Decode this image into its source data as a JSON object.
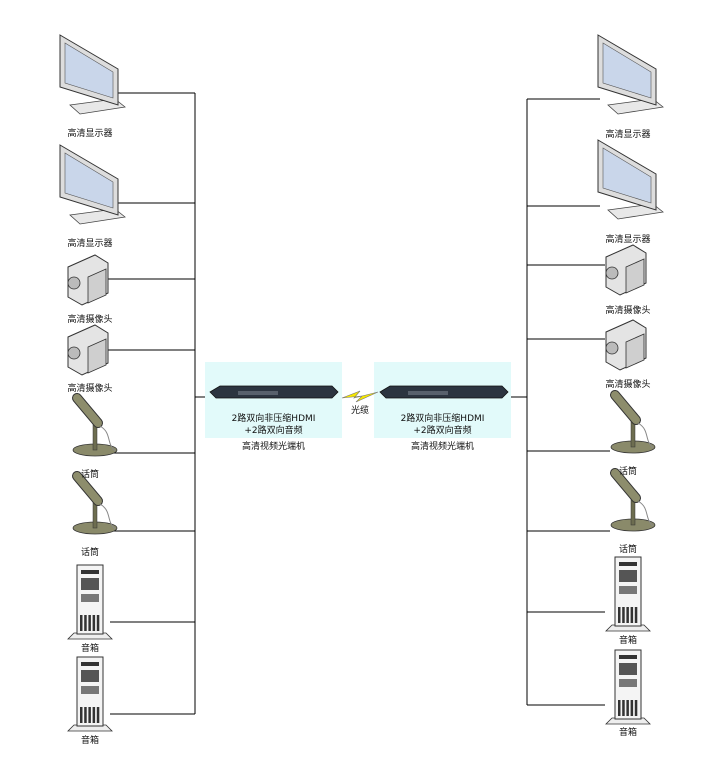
{
  "left_devices": [
    {
      "type": "monitor",
      "label": "高清显示器"
    },
    {
      "type": "monitor",
      "label": "高清显示器"
    },
    {
      "type": "camera",
      "label": "高清摄像头"
    },
    {
      "type": "camera",
      "label": "高清摄像头"
    },
    {
      "type": "microphone",
      "label": "话筒"
    },
    {
      "type": "microphone",
      "label": "话筒"
    },
    {
      "type": "speaker",
      "label": "音箱"
    },
    {
      "type": "speaker",
      "label": "音箱"
    }
  ],
  "right_devices": [
    {
      "type": "monitor",
      "label": "高清显示器"
    },
    {
      "type": "monitor",
      "label": "高清显示器"
    },
    {
      "type": "camera",
      "label": "高清摄像头"
    },
    {
      "type": "camera",
      "label": "高清摄像头"
    },
    {
      "type": "microphone",
      "label": "话筒"
    },
    {
      "type": "microphone",
      "label": "话筒"
    },
    {
      "type": "speaker",
      "label": "音箱"
    },
    {
      "type": "speaker",
      "label": "音箱"
    }
  ],
  "transceivers": [
    {
      "line1": "2路双向非压缩HDMI",
      "line2": "+2路双向音频",
      "name": "高清视频光端机"
    },
    {
      "line1": "2路双向非压缩HDMI",
      "line2": "+2路双向音频",
      "name": "高清视频光端机"
    }
  ],
  "link_label": "光缆",
  "colors": {
    "box": "#e2fafa",
    "bolt": "#f5e600",
    "line": "#000000"
  }
}
